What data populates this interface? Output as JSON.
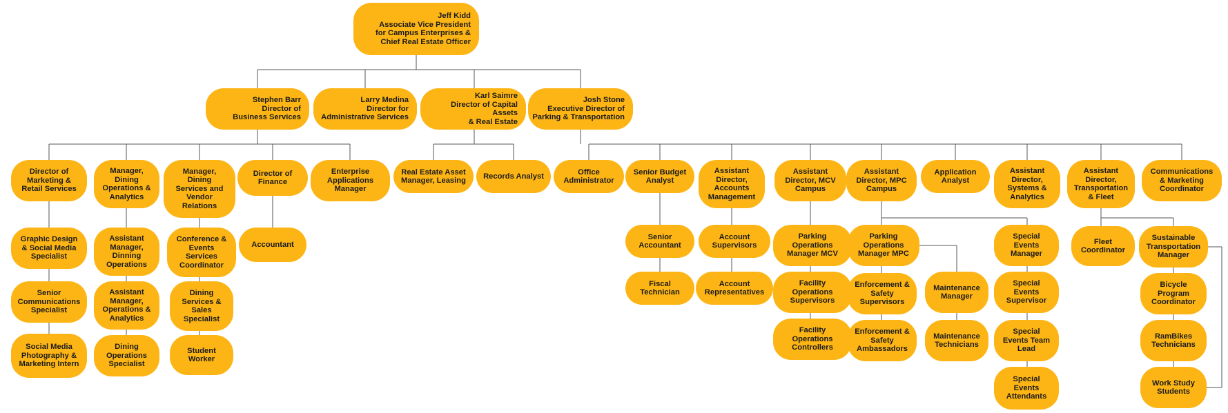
{
  "colors": {
    "node_fill": "#fdb515",
    "line": "#555555",
    "text": "#1b1b1b"
  },
  "nodes": [
    {
      "id": "jeff",
      "text": "Jeff Kidd\nAssociate Vice President\nfor Campus Enterprises &\nChief Real Estate Officer"
    },
    {
      "id": "stephen",
      "text": "Stephen Barr\nDirector of\nBusiness Services"
    },
    {
      "id": "larry",
      "text": "Larry Medina\nDirector for\nAdministrative Services"
    },
    {
      "id": "karl",
      "text": "Karl Saimre\nDirector of Capital Assets\n& Real Estate"
    },
    {
      "id": "josh",
      "text": "Josh Stone\nExecutive Director of\nParking & Transportation"
    },
    {
      "id": "dmrs",
      "text": "Director of\nMarketing &\nRetail Services"
    },
    {
      "id": "mdoa",
      "text": "Manager,\nDining\nOperations &\nAnalytics"
    },
    {
      "id": "mdsvr",
      "text": "Manager,\nDining\nServices and\nVendor\nRelations"
    },
    {
      "id": "dfin",
      "text": "Director of\nFinance"
    },
    {
      "id": "eam",
      "text": "Enterprise\nApplications\nManager"
    },
    {
      "id": "reaml",
      "text": "Real Estate Asset\nManager, Leasing"
    },
    {
      "id": "recana",
      "text": "Records Analyst"
    },
    {
      "id": "offadm",
      "text": "Office\nAdministrator"
    },
    {
      "id": "sba",
      "text": "Senior Budget\nAnalyst"
    },
    {
      "id": "adam",
      "text": "Assistant\nDirector,\nAccounts\nManagement"
    },
    {
      "id": "admcv",
      "text": "Assistant\nDirector, MCV\nCampus"
    },
    {
      "id": "admpc",
      "text": "Assistant\nDirector, MPC\nCampus"
    },
    {
      "id": "appana",
      "text": "Application\nAnalyst"
    },
    {
      "id": "adsa",
      "text": "Assistant\nDirector,\nSystems &\nAnalytics"
    },
    {
      "id": "adtf",
      "text": "Assistant\nDirector,\nTransportation\n& Fleet"
    },
    {
      "id": "cmc",
      "text": "Communications\n& Marketing\nCoordinator"
    },
    {
      "id": "gdsm",
      "text": "Graphic Design\n& Social Media\nSpecialist"
    },
    {
      "id": "scs",
      "text": "Senior\nCommunications\nSpecialist"
    },
    {
      "id": "smpmi",
      "text": "Social Media\nPhotography &\nMarketing Intern"
    },
    {
      "id": "amdo",
      "text": "Assistant\nManager,\nDinning\nOperations"
    },
    {
      "id": "amoa",
      "text": "Assistant\nManager,\nOperations &\nAnalytics"
    },
    {
      "id": "dos",
      "text": "Dining\nOperations\nSpecialist"
    },
    {
      "id": "cesc",
      "text": "Conference &\nEvents\nServices\nCoordinator"
    },
    {
      "id": "dsss",
      "text": "Dining\nServices &\nSales\nSpecialist"
    },
    {
      "id": "sw",
      "text": "Student\nWorker"
    },
    {
      "id": "acct",
      "text": "Accountant"
    },
    {
      "id": "sacct",
      "text": "Senior\nAccountant"
    },
    {
      "id": "fiscal",
      "text": "Fiscal\nTechnician"
    },
    {
      "id": "accsup",
      "text": "Account\nSupervisors"
    },
    {
      "id": "accrep",
      "text": "Account\nRepresentatives"
    },
    {
      "id": "pommcv",
      "text": "Parking\nOperations\nManager MCV"
    },
    {
      "id": "fos",
      "text": "Facility\nOperations\nSupervisors"
    },
    {
      "id": "foc",
      "text": "Facility\nOperations\nControllers"
    },
    {
      "id": "pommpc",
      "text": "Parking\nOperations\nManager MPC"
    },
    {
      "id": "ess",
      "text": "Enforcement &\nSafety\nSupervisors"
    },
    {
      "id": "esa",
      "text": "Enforcement &\nSafety\nAmbassadors"
    },
    {
      "id": "mm",
      "text": "Maintenance\nManager"
    },
    {
      "id": "mt",
      "text": "Maintenance\nTechnicians"
    },
    {
      "id": "sem",
      "text": "Special\nEvents\nManager"
    },
    {
      "id": "ses",
      "text": "Special\nEvents\nSupervisor"
    },
    {
      "id": "setl",
      "text": "Special\nEvents Team\nLead"
    },
    {
      "id": "sea",
      "text": "Special\nEvents\nAttendants"
    },
    {
      "id": "fc",
      "text": "Fleet\nCoordinator"
    },
    {
      "id": "stm",
      "text": "Sustainable\nTransportation\nManager"
    },
    {
      "id": "bpc",
      "text": "Bicycle\nProgram\nCoordinator"
    },
    {
      "id": "rbt",
      "text": "RamBikes\nTechnicians"
    },
    {
      "id": "wss",
      "text": "Work Study\nStudents"
    }
  ]
}
